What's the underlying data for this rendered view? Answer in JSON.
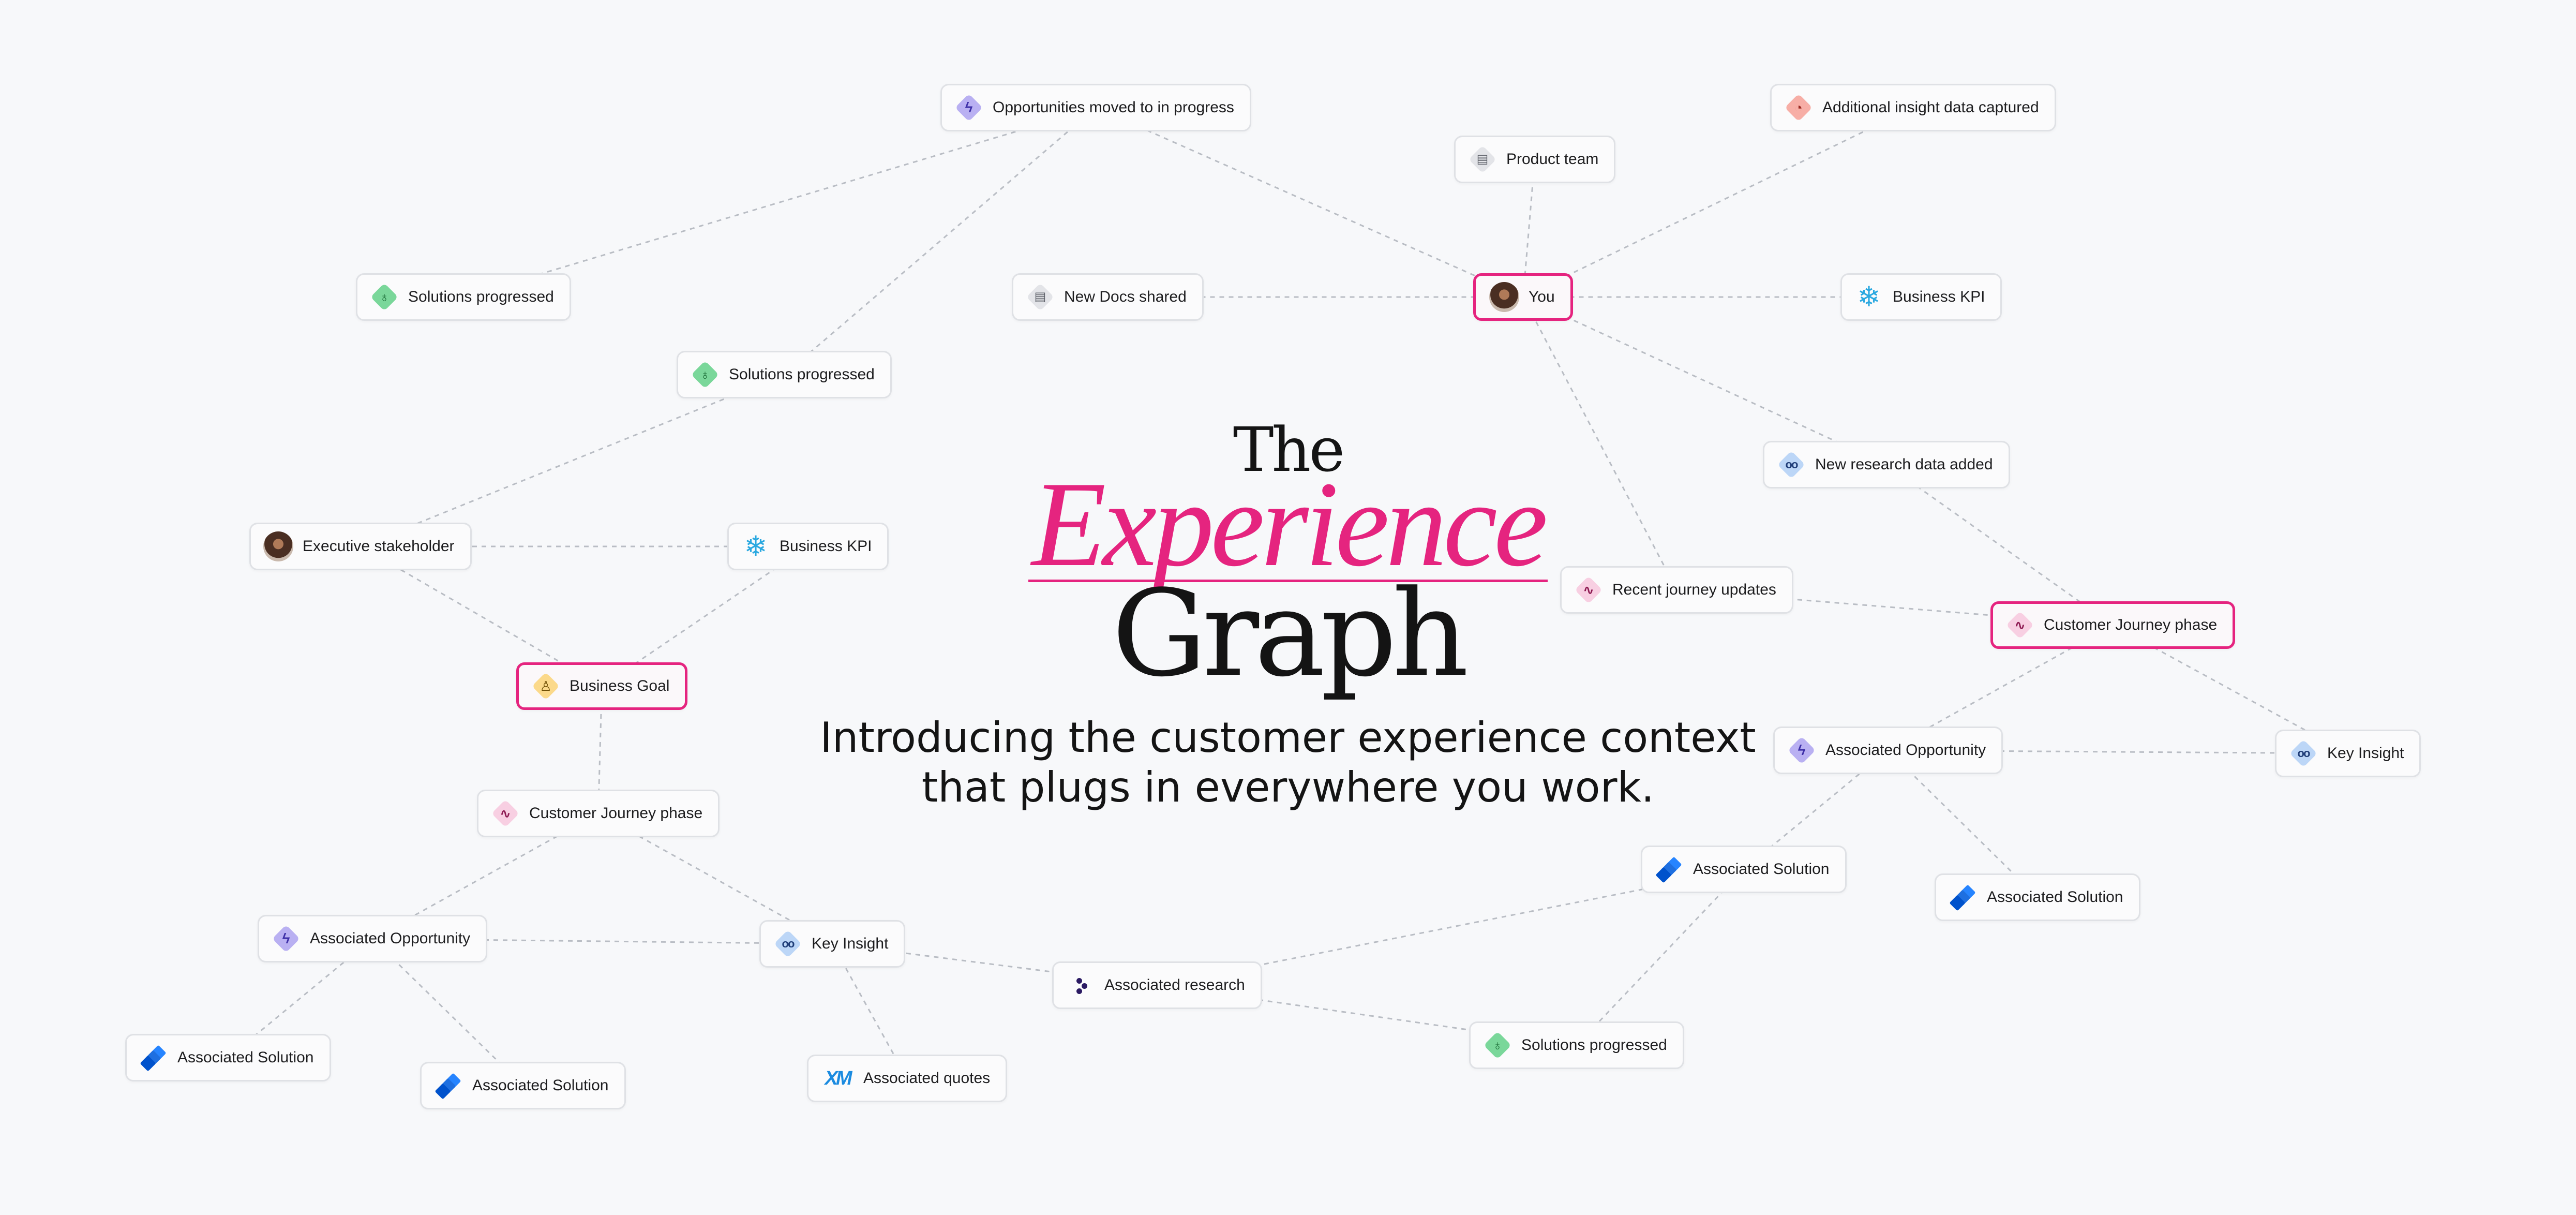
{
  "hero": {
    "the": "The",
    "experience": "Experience",
    "graph": "Graph",
    "subtitle_line1": "Introducing the customer experience context",
    "subtitle_line2": "that plugs in everywhere you work."
  },
  "colors": {
    "accent": "#e5247f",
    "background": "#f7f8fa",
    "edge": "#b9bdc4"
  },
  "nodes": {
    "opportunities_moved": {
      "label": "Opportunities moved to in progress",
      "icon": "opportunity-bolt-icon"
    },
    "product_team": {
      "label": "Product team",
      "icon": "document-icon"
    },
    "additional_insight": {
      "label": "Additional insight data captured",
      "icon": "insight-capture-icon"
    },
    "solutions_progressed_1": {
      "label": "Solutions progressed",
      "icon": "lightbulb-icon"
    },
    "new_docs_shared": {
      "label": "New Docs shared",
      "icon": "document-icon"
    },
    "you": {
      "label": "You",
      "icon": "user-avatar"
    },
    "business_kpi_1": {
      "label": "Business KPI",
      "icon": "snowflake-icon"
    },
    "solutions_progressed_2": {
      "label": "Solutions progressed",
      "icon": "lightbulb-icon"
    },
    "new_research": {
      "label": "New research data added",
      "icon": "binoculars-icon"
    },
    "executive_stakeholder": {
      "label": "Executive stakeholder",
      "icon": "user-avatar"
    },
    "business_kpi_2": {
      "label": "Business KPI",
      "icon": "snowflake-icon"
    },
    "recent_journey": {
      "label": "Recent journey updates",
      "icon": "journey-icon"
    },
    "customer_journey_1": {
      "label": "Customer Journey phase",
      "icon": "journey-icon"
    },
    "business_goal": {
      "label": "Business Goal",
      "icon": "goal-icon"
    },
    "associated_opportunity_1": {
      "label": "Associated Opportunity",
      "icon": "opportunity-bolt-icon"
    },
    "key_insight_1": {
      "label": "Key Insight",
      "icon": "binoculars-icon"
    },
    "customer_journey_2": {
      "label": "Customer Journey phase",
      "icon": "journey-icon"
    },
    "associated_solution_1": {
      "label": "Associated Solution",
      "icon": "jira-icon"
    },
    "associated_solution_2": {
      "label": "Associated Solution",
      "icon": "jira-icon"
    },
    "associated_opportunity_2": {
      "label": "Associated Opportunity",
      "icon": "opportunity-bolt-icon"
    },
    "key_insight_2": {
      "label": "Key Insight",
      "icon": "binoculars-icon"
    },
    "associated_research": {
      "label": "Associated research",
      "icon": "research-dots-icon"
    },
    "solutions_progressed_3": {
      "label": "Solutions progressed",
      "icon": "lightbulb-icon"
    },
    "associated_solution_3": {
      "label": "Associated Solution",
      "icon": "jira-icon"
    },
    "associated_solution_4": {
      "label": "Associated Solution",
      "icon": "jira-icon"
    },
    "associated_quotes": {
      "label": "Associated quotes",
      "icon": "qualtrics-xm-icon"
    }
  }
}
